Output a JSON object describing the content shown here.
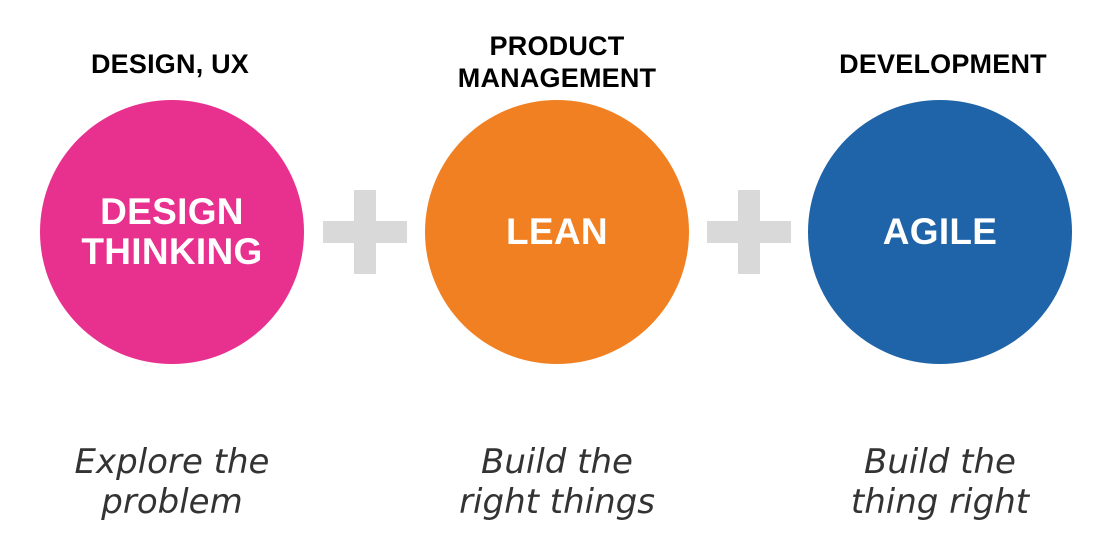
{
  "colors": {
    "design_thinking": "#E8318E",
    "lean": "#F08022",
    "agile": "#1F64A8",
    "plus": "#D9D9D9"
  },
  "columns": [
    {
      "header": "DESIGN, UX",
      "circle_label": "DESIGN\nTHINKING",
      "caption": "Explore the\nproblem"
    },
    {
      "header": "PRODUCT\nMANAGEMENT",
      "circle_label": "LEAN",
      "caption": "Build the\nright things"
    },
    {
      "header": "DEVELOPMENT",
      "circle_label": "AGILE",
      "caption": "Build the\nthing right"
    }
  ],
  "connectors": [
    {
      "icon": "plus-icon"
    },
    {
      "icon": "plus-icon"
    }
  ]
}
